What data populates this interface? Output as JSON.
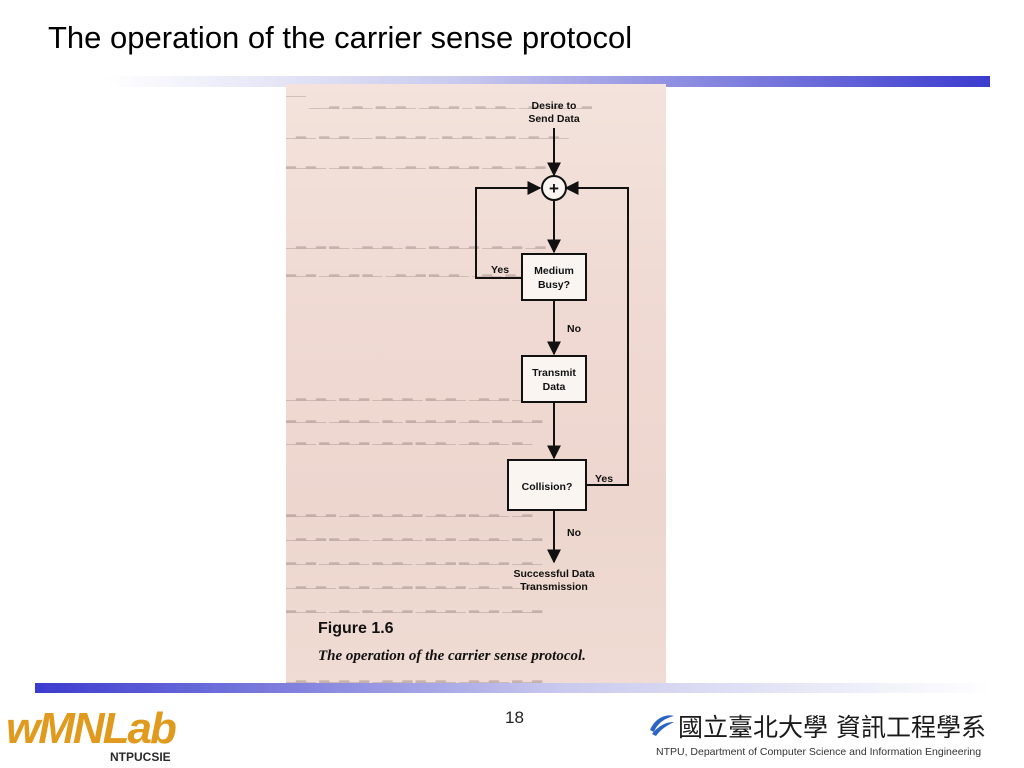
{
  "slide": {
    "title": "The operation of the carrier sense protocol",
    "page_number": "18"
  },
  "flowchart": {
    "nodes": {
      "start_line1": "Desire to",
      "start_line2": "Send Data",
      "junction": "+",
      "medium_line1": "Medium",
      "medium_line2": "Busy?",
      "transmit_line1": "Transmit",
      "transmit_line2": "Data",
      "collision": "Collision?",
      "end_line1": "Successful Data",
      "end_line2": "Transmission"
    },
    "edges": {
      "medium_yes": "Yes",
      "medium_no": "No",
      "collision_yes": "Yes",
      "collision_no": "No"
    }
  },
  "figure": {
    "label": "Figure 1.6",
    "caption": "The operation of the carrier sense protocol."
  },
  "logos": {
    "left_text": "wMNLab",
    "left_subtext": "NTPUCSIE",
    "right_chinese": "國立臺北大學 資訊工程學系",
    "right_english": "NTPU, Department of Computer Science and Information Engineering"
  },
  "colors": {
    "accent_bar": "#3b3bcf",
    "logo_orange": "#e09a1d",
    "logo_blue": "#2b63c6"
  }
}
